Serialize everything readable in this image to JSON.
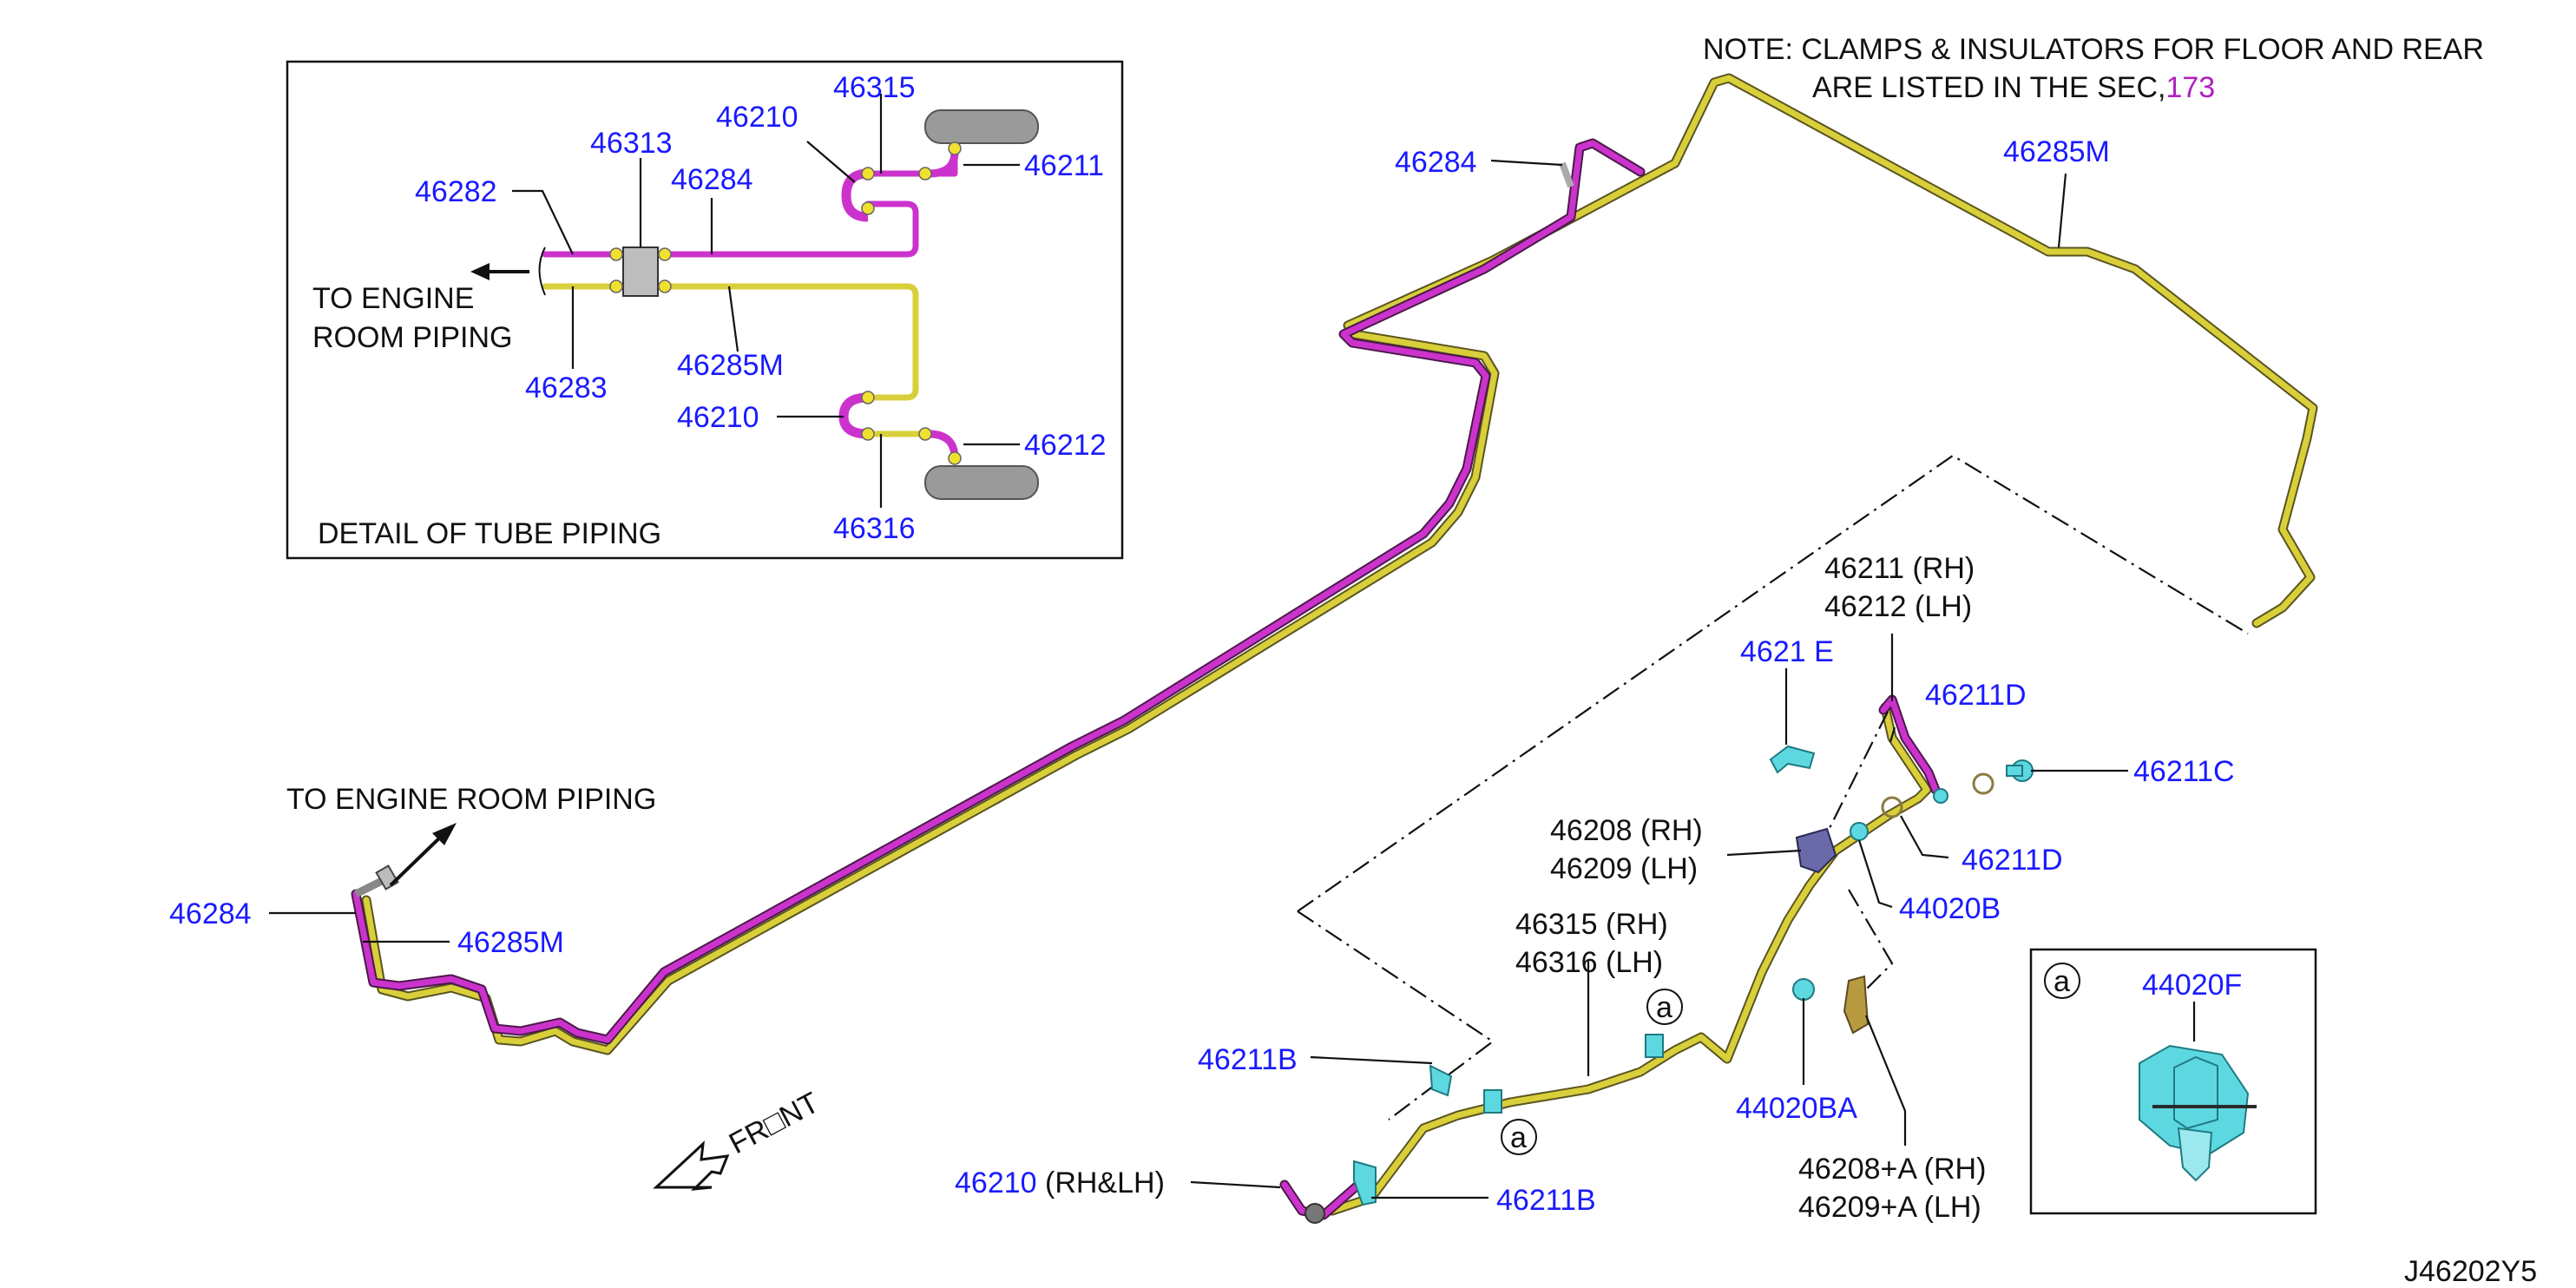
{
  "note": {
    "line1": "NOTE: CLAMPS & INSULATORS FOR FLOOR AND REAR",
    "line2": "ARE LISTED IN THE SEC,",
    "section_ref": "173"
  },
  "inset": {
    "caption": "DETAIL OF TUBE PIPING",
    "engine_line1": "TO ENGINE",
    "engine_line2": "ROOM PIPING",
    "parts": {
      "p46315": "46315",
      "p46210_top": "46210",
      "p46211": "46211",
      "p46313": "46313",
      "p46284": "46284",
      "p46282": "46282",
      "p46283": "46283",
      "p46285M": "46285M",
      "p46210_bot": "46210",
      "p46212": "46212",
      "p46316": "46316"
    }
  },
  "detail_a": {
    "marker": "a",
    "part": "44020F"
  },
  "labels": {
    "to_engine": "TO ENGINE ROOM PIPING",
    "l46284_left": "46284",
    "l46285M_left": "46285M",
    "l46284_top": "46284",
    "l46285M_top": "46285M",
    "l46211_rh": "46211 (RH)",
    "l46212_lh": "46212 (LH)",
    "l4621ie": "4621 E",
    "l46211D_top": "46211D",
    "l46211C": "46211C",
    "l46211D": "46211D",
    "l46208_rh": "46208 (RH)",
    "l46209_lh": "46209 (LH)",
    "l44020B": "44020B",
    "l46315_rh": "46315 (RH)",
    "l46316_lh": "46316 (LH)",
    "marker_a1": "a",
    "marker_a2": "a",
    "l46211B_a": "46211B",
    "l44020BA": "44020BA",
    "l46210_part": "46210",
    "l46210_suffix": " (RH&LH)",
    "l46211B_b": "46211B",
    "l46208A_rh": "46208+A (RH)",
    "l46209A_lh": "46209+A (LH)",
    "front": "FR□NT",
    "figure_id": "J46202Y5"
  },
  "colors": {
    "part_number": "#1a1aff",
    "section_ref": "#b020c0",
    "pipe_yellow": "#d9cf3a",
    "pipe_magenta": "#cc33cc",
    "clip_cyan": "#5ed8e0"
  }
}
